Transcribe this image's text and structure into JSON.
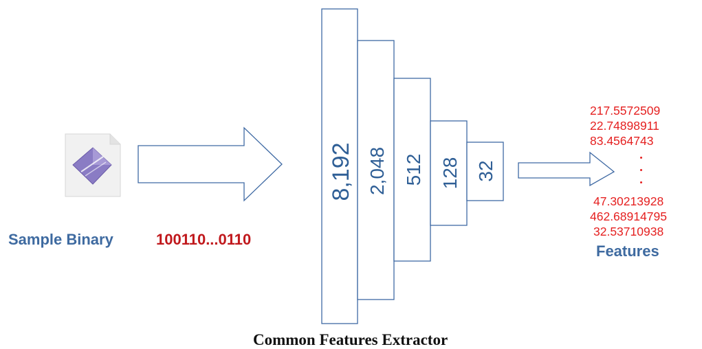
{
  "input": {
    "label": "Sample Binary",
    "bits": "100110...0110",
    "file_icon": "binary-file-icon"
  },
  "extractor": {
    "title": "Common Features  Extractor",
    "layers": [
      "8,192",
      "2,048",
      "512",
      "128",
      "32"
    ]
  },
  "output": {
    "label": "Features",
    "values_top": [
      "217.5572509",
      "22.74898911",
      "83.4564743"
    ],
    "values_bottom": [
      "47.30213928",
      "462.68914795",
      "32.53710938"
    ]
  },
  "colors": {
    "box_stroke": "#3e69a3",
    "label_blue": "#3e6aa0",
    "bits_red": "#c0181c",
    "values_red": "#e52020"
  }
}
